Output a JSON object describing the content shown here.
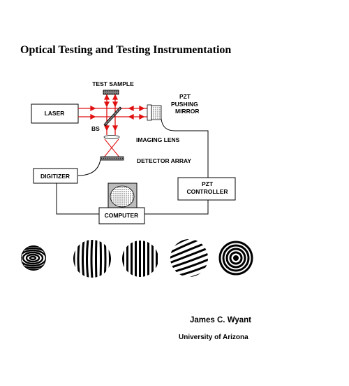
{
  "document": {
    "title": "Optical Testing and Testing Instrumentation",
    "author": "James C. Wyant",
    "affiliation": "University of Arizona"
  },
  "diagram": {
    "labels": {
      "test_sample": "TEST SAMPLE",
      "laser": "LASER",
      "bs": "BS",
      "pzt_line1": "PZT",
      "pzt_line2": "PUSHING",
      "pzt_line3": "MIRROR",
      "imaging_lens": "IMAGING LENS",
      "detector_array": "DETECTOR ARRAY",
      "digitizer": "DIGITIZER",
      "pzt_controller_line1": "PZT",
      "pzt_controller_line2": "CONTROLLER",
      "computer": "COMPUTER"
    },
    "beam_color": "#e01010"
  },
  "fringes": {
    "count": 5
  }
}
